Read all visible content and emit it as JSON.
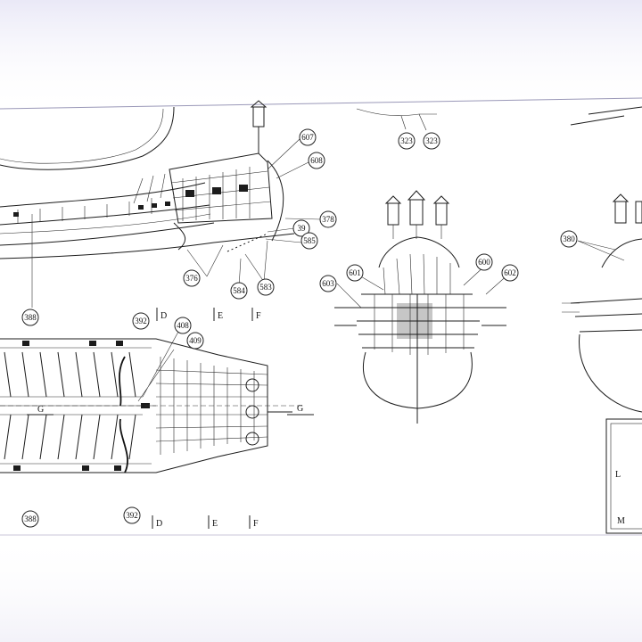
{
  "callouts": [
    {
      "id": "c607",
      "label": "607"
    },
    {
      "id": "c608",
      "label": "608"
    },
    {
      "id": "c378",
      "label": "378"
    },
    {
      "id": "c39",
      "label": "39"
    },
    {
      "id": "c585",
      "label": "585"
    },
    {
      "id": "c376",
      "label": "376"
    },
    {
      "id": "c584",
      "label": "584"
    },
    {
      "id": "c583",
      "label": "583"
    },
    {
      "id": "c323a",
      "label": "323"
    },
    {
      "id": "c323b",
      "label": "323"
    },
    {
      "id": "c388a",
      "label": "388"
    },
    {
      "id": "c392a",
      "label": "392"
    },
    {
      "id": "c408",
      "label": "408"
    },
    {
      "id": "c409",
      "label": "409"
    },
    {
      "id": "c388b",
      "label": "388"
    },
    {
      "id": "c392b",
      "label": "392"
    },
    {
      "id": "c601",
      "label": "601"
    },
    {
      "id": "c600",
      "label": "600"
    },
    {
      "id": "c602",
      "label": "602"
    },
    {
      "id": "c603",
      "label": "603"
    },
    {
      "id": "c380",
      "label": "380"
    }
  ],
  "section_marks": {
    "upper": [
      "D",
      "E",
      "F"
    ],
    "lower": [
      "D",
      "E",
      "F"
    ],
    "g_left": "G",
    "g_right": "G"
  },
  "title_block": {
    "big_letter": "L",
    "line2": "M"
  }
}
